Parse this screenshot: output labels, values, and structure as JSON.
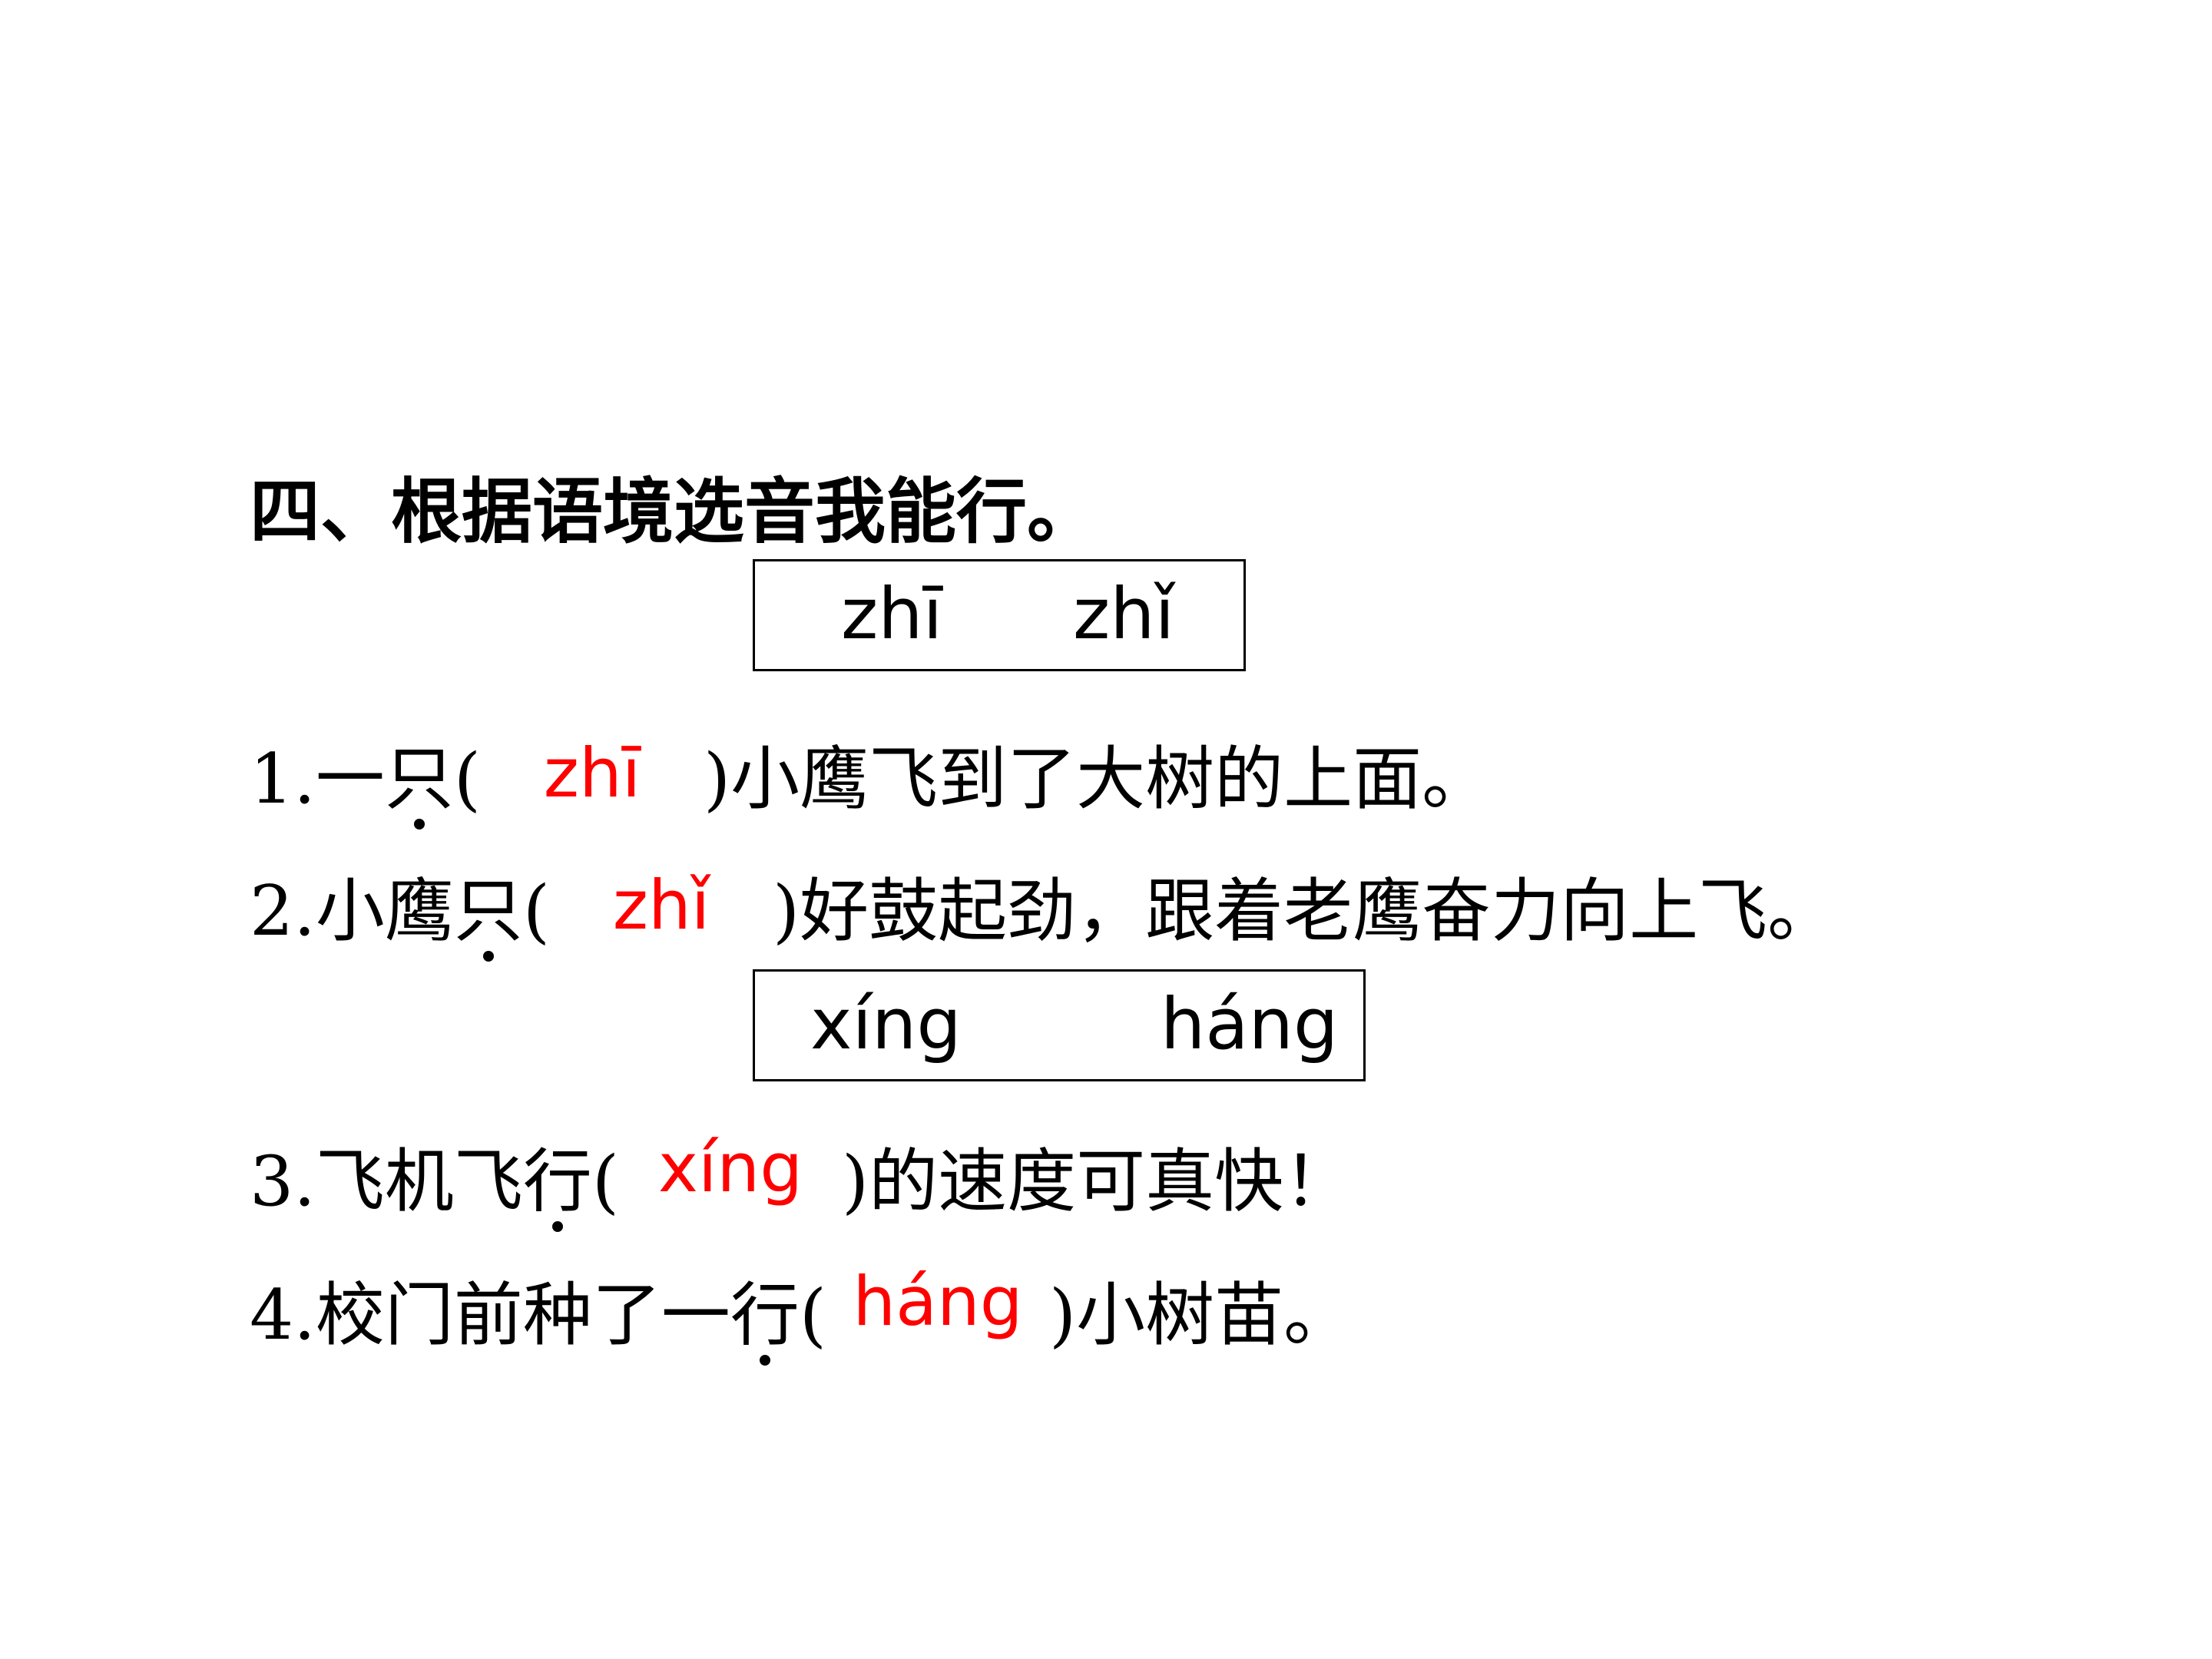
{
  "title": "四、根据语境选音我能行。",
  "option_box_1": {
    "options": [
      "zhī",
      "zhǐ"
    ]
  },
  "option_box_2": {
    "options": [
      "xíng",
      "háng"
    ]
  },
  "questions": [
    {
      "number": "1.",
      "before": "一",
      "marked_char": "只",
      "open_paren": "(",
      "answer": "zhī",
      "close_paren": ")",
      "after": "小鹰飞到了大树的上面。"
    },
    {
      "number": "2.",
      "before": "小鹰",
      "marked_char": "只",
      "open_paren": "(",
      "answer": "zhǐ",
      "close_paren": ")",
      "after": "好鼓起劲，跟着老鹰奋力向上飞。"
    },
    {
      "number": "3.",
      "before": "飞机飞",
      "marked_char": "行",
      "open_paren": "(",
      "answer": "xíng",
      "close_paren": ")",
      "after": "的速度可真快！"
    },
    {
      "number": "4.",
      "before": "校门前种了一",
      "marked_char": "行",
      "open_paren": "(",
      "answer": "háng",
      "close_paren": ")",
      "after": "小树苗。"
    }
  ],
  "colors": {
    "answer": "#ff0000",
    "text": "#000000",
    "background": "#ffffff"
  }
}
